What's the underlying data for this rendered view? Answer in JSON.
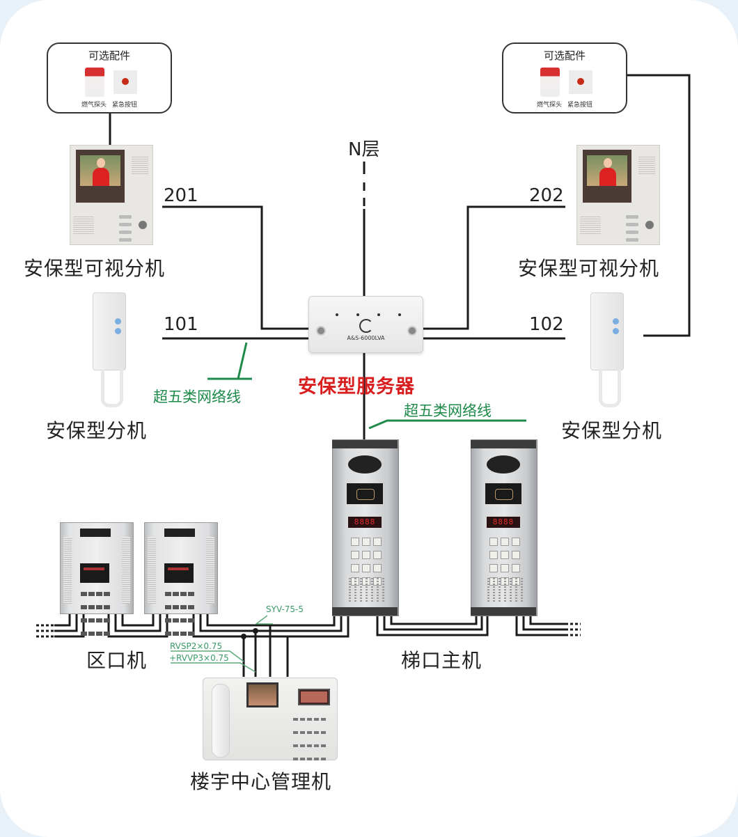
{
  "diagram": {
    "title": "安保型楼宇对讲系统连接图",
    "colors": {
      "line": "#1a1a1a",
      "cable_label": "#1e8a4a",
      "server_label": "#d81e1e",
      "background": "#ffffff",
      "border": "#e8f0f8"
    },
    "accessories_left": {
      "title": "可选配件",
      "items": [
        {
          "icon": "gas-detector-icon",
          "label": "燃气探头"
        },
        {
          "icon": "emergency-button-icon",
          "label": "紧急按钮"
        }
      ]
    },
    "accessories_right": {
      "title": "可选配件",
      "items": [
        {
          "icon": "gas-detector-icon",
          "label": "燃气探头"
        },
        {
          "icon": "emergency-button-icon",
          "label": "紧急按钮"
        }
      ]
    },
    "floor_label": "N层",
    "rooms": {
      "r201": "201",
      "r202": "202",
      "r101": "101",
      "r102": "102"
    },
    "devices": {
      "video_unit_left": "安保型可视分机",
      "video_unit_right": "安保型可视分机",
      "audio_unit_left": "安保型分机",
      "audio_unit_right": "安保型分机",
      "server": "安保型服务器",
      "server_model": "A&S-6000LVA",
      "gate_station": "区口机",
      "stair_station": "梯口主机",
      "management_center": "楼宇中心管理机",
      "stair_display": "8888"
    },
    "cables": {
      "cat5e_left": "超五类网络线",
      "cat5e_right": "超五类网络线",
      "coax": "SYV-75-5",
      "control_1": "RVSP2×0.75",
      "control_2": "+RVVP3×0.75"
    }
  }
}
